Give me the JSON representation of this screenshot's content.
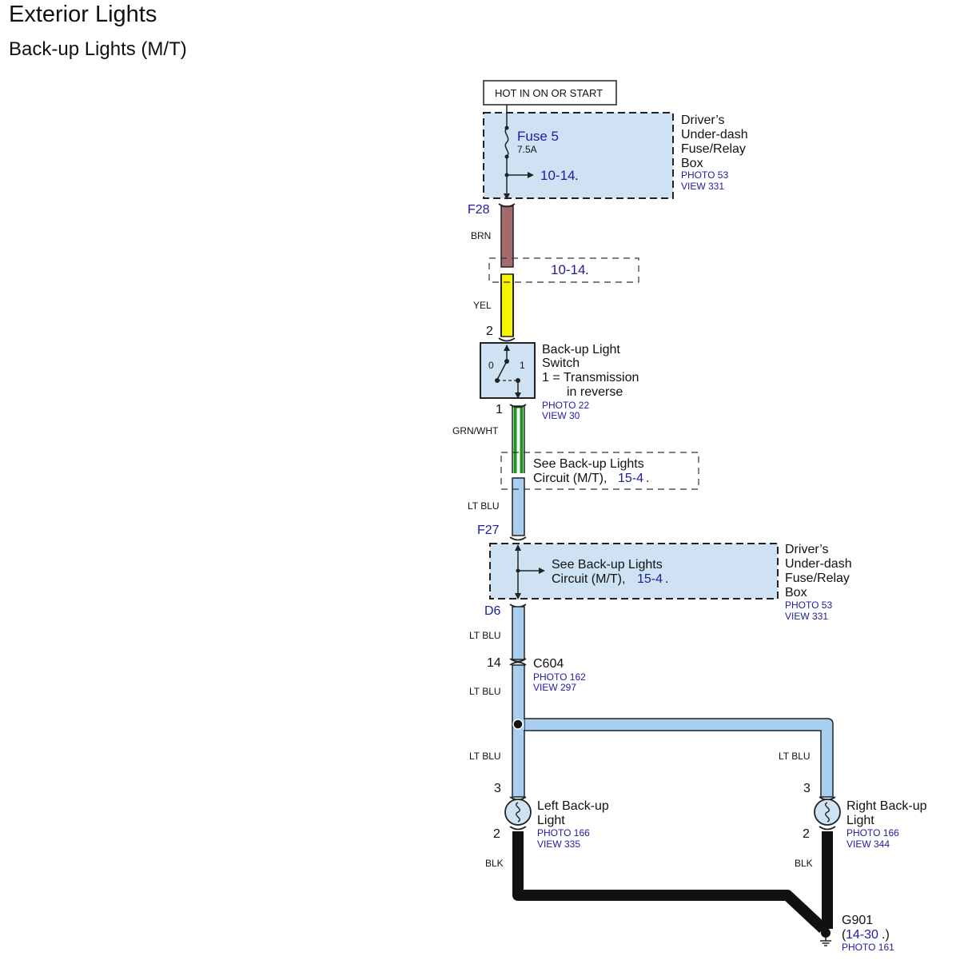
{
  "header": {
    "title": "Exterior Lights",
    "subtitle": "Back-up Lights (M/T)"
  },
  "power": {
    "label": "HOT IN ON OR START"
  },
  "fuse_box_top": {
    "name_lines": [
      "Driver’s",
      "Under-dash",
      "Fuse/Relay",
      "Box"
    ],
    "photo": "PHOTO 53",
    "view": "VIEW 331",
    "fuse_name": "Fuse 5",
    "fuse_rating": "7.5A",
    "ref_page": "10-14",
    "ref_dot": "."
  },
  "terminals": {
    "f28": "F28",
    "switch_in": "2",
    "switch_out": "1",
    "f27": "F27",
    "d6": "D6",
    "c604_pin": "14",
    "left_light_in": "3",
    "left_light_out": "2",
    "right_light_in": "3",
    "right_light_out": "2"
  },
  "wires": {
    "brn": "BRN",
    "yel": "YEL",
    "grn_wht": "GRN/WHT",
    "lt_blu_1": "LT BLU",
    "lt_blu_2": "LT BLU",
    "lt_blu_3": "LT BLU",
    "lt_blu_4": "LT BLU",
    "lt_blu_right": "LT BLU",
    "blk_left": "BLK",
    "blk_right": "BLK"
  },
  "colors": {
    "brn": "#a36b6b",
    "yel": "#f5f500",
    "grn": "#1a9a1a",
    "lt_blu": "#a8cef0",
    "blk": "#111111",
    "box_fill": "#cfe2f3",
    "ref_blue": "#1c1ca0"
  },
  "splice_ref": {
    "page": "10-14",
    "dot": "."
  },
  "switch": {
    "name_lines": [
      "Back-up Light",
      "Switch"
    ],
    "note_lines": [
      "1 = Transmission",
      "in reverse"
    ],
    "pos0": "0",
    "pos1": "1",
    "photo": "PHOTO 22",
    "view": "VIEW 30"
  },
  "see_circuit_1": {
    "line1": "See Back-up Lights",
    "line2_prefix": "Circuit (M/T),",
    "page": "15-4",
    "dot": "."
  },
  "fuse_box_mid": {
    "name_lines": [
      "Driver’s",
      "Under-dash",
      "Fuse/Relay",
      "Box"
    ],
    "photo": "PHOTO 53",
    "view": "VIEW 331",
    "line1": "See Back-up Lights",
    "line2_prefix": "Circuit (M/T),",
    "page": "15-4",
    "dot": "."
  },
  "connector_c604": {
    "name": "C604",
    "photo": "PHOTO 162",
    "view": "VIEW 297"
  },
  "left_light": {
    "name_lines": [
      "Left Back-up",
      "Light"
    ],
    "photo": "PHOTO 166",
    "view": "VIEW 335"
  },
  "right_light": {
    "name_lines": [
      "Right Back-up",
      "Light"
    ],
    "photo": "PHOTO 166",
    "view": "VIEW 344"
  },
  "ground": {
    "name": "G901",
    "open": "(",
    "page": "14-30",
    "close": ".)",
    "photo": "PHOTO 161"
  }
}
